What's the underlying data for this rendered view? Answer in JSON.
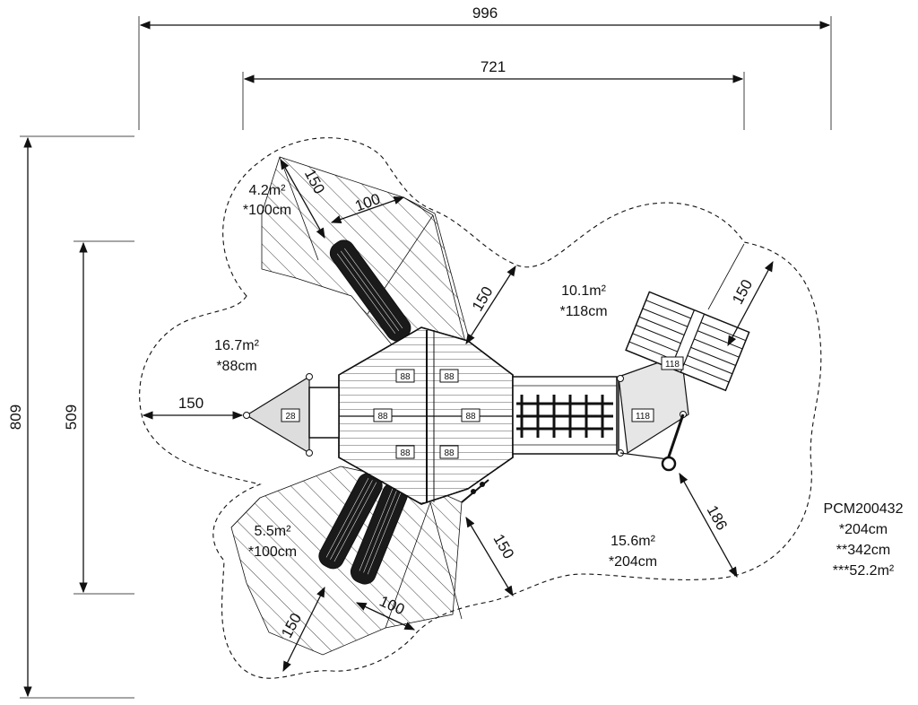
{
  "dimensions": {
    "overall_width": "996",
    "inner_width": "721",
    "overall_height": "809",
    "inner_height": "509",
    "left_clearance": "150",
    "tl_slide_clear": "150",
    "tl_slide_width": "100",
    "top_mid_clear": "150",
    "right_clear": "150",
    "swing_clear": "186",
    "bottom_mid_clear": "150",
    "bl_slide_clear": "150",
    "bl_slide_width": "100"
  },
  "areas": {
    "top_left": {
      "area": "4.2m²",
      "height": "*100cm"
    },
    "left": {
      "area": "16.7m²",
      "height": "*88cm"
    },
    "top_right": {
      "area": "10.1m²",
      "height": "*118cm"
    },
    "bottom_left": {
      "area": "5.5m²",
      "height": "*100cm"
    },
    "bottom_right": {
      "area": "15.6m²",
      "height": "*204cm"
    }
  },
  "tags": {
    "t88_a": "88",
    "t88_b": "88",
    "t88_c": "88",
    "t88_d": "88",
    "t88_e": "88",
    "t88_f": "88",
    "t28": "28",
    "t118_a": "118",
    "t118_b": "118"
  },
  "product": {
    "code": "PCM200432",
    "height_a": "*204cm",
    "height_b": "**342cm",
    "area_total": "***52.2m²"
  }
}
